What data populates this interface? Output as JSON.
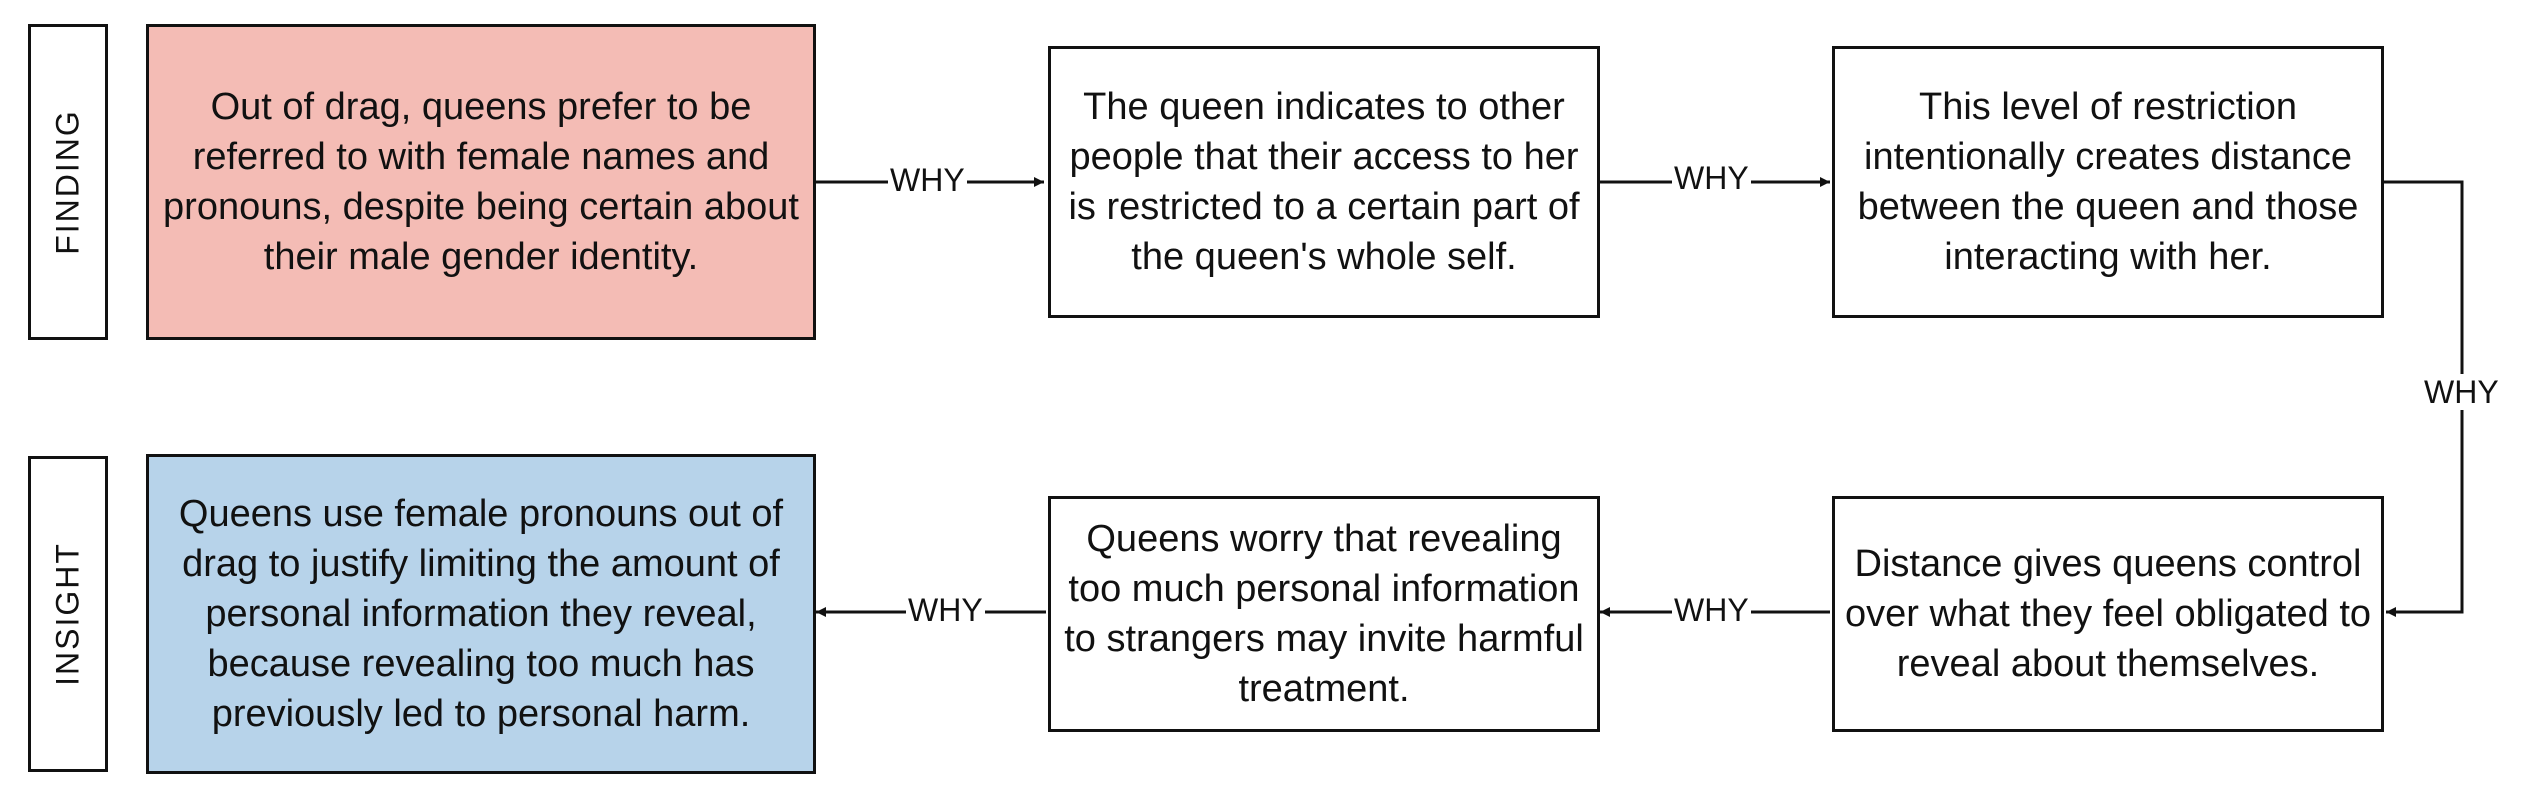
{
  "colors": {
    "finding_fill": "#f4bcb5",
    "insight_fill": "#b7d3ea",
    "step_fill": "#ffffff",
    "line": "#111111"
  },
  "labels": {
    "finding": "FINDING",
    "insight": "INSIGHT"
  },
  "edge_label": "WHY",
  "boxes": {
    "finding": "Out of drag, queens prefer to be referred to with female names and pronouns, despite being certain about their male gender identity.",
    "step1": "The queen indicates to other people that their access to her is restricted to a certain part of the queen's whole self.",
    "step2": "This level of restriction intentionally creates distance between the queen and those interacting with her.",
    "step3": "Distance gives queens control over what they feel obligated to reveal about themselves.",
    "step4": "Queens worry that revealing too much personal information to strangers may invite harmful treatment.",
    "insight": "Queens use female pronouns out of drag to justify limiting the amount of personal information they reveal, because revealing too much has previously led to personal harm."
  }
}
